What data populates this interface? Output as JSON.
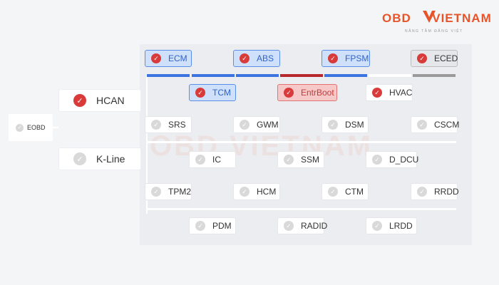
{
  "logo": {
    "brand_left": "OBD",
    "brand_right": "VIETNAM",
    "tagline": "NÂNG TẦM ĐẲNG VIỆT",
    "watermark": "OBD VIETNAM"
  },
  "root": {
    "label": "EOBD"
  },
  "protocols": [
    {
      "label": "HCAN",
      "checked": true
    },
    {
      "label": "K-Line",
      "checked": false
    }
  ],
  "hcan_top": [
    "ECM",
    "ABS",
    "FPSM",
    "ECED"
  ],
  "hcan_bottom": [
    "TCM",
    "EntrBoot",
    "HVAC"
  ],
  "kline_row1_top": [
    "SRS",
    "GWM",
    "DSM",
    "CSCM"
  ],
  "kline_row1_bottom": [
    "IC",
    "SSM",
    "D_DCU"
  ],
  "kline_row2_top": [
    "TPM2",
    "HCM",
    "CTM",
    "RRDD"
  ],
  "kline_row2_bottom": [
    "PDM",
    "RADID",
    "LRDD"
  ],
  "colors": {
    "selected_blue": "#5b8ee8",
    "selected_red": "#d93a3a",
    "brand_orange": "#e8542a"
  },
  "check_glyph": "✓"
}
